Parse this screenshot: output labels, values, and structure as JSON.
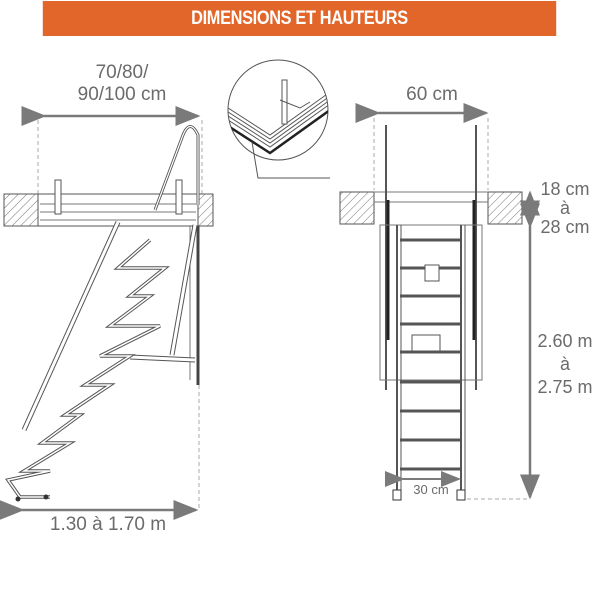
{
  "header": {
    "title": "DIMENSIONS ET HAUTEURS",
    "background_color": "#e2662a",
    "text_color": "#ffffff"
  },
  "side_view": {
    "width_label_line1": "70/80/",
    "width_label_line2": "90/100 cm",
    "floor_length_label": "1.30 à 1.70 m"
  },
  "detail_view": {
    "description": "zoomed corner detail of hatch frame"
  },
  "front_view": {
    "width_label": "60 cm",
    "thickness_label_line1": "18 cm",
    "thickness_label_line2": "à",
    "thickness_label_line3": "28 cm",
    "height_label_line1": "2.60 m",
    "height_label_line2": "à",
    "height_label_line3": "2.75 m",
    "step_width_label": "30 cm"
  },
  "colors": {
    "dimension_text": "#6b6b6b",
    "dimension_arrow": "#7a7a7a",
    "line": "#555555"
  }
}
